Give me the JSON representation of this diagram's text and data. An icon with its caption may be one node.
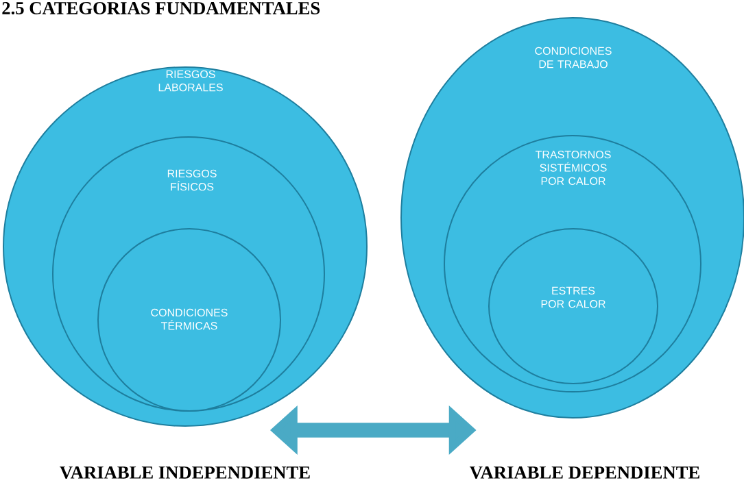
{
  "diagram": {
    "title": "2.5 CATEGORIAS FUNDAMENTALES",
    "nodes": [
      {
        "text": [
          "RIESGOS LABORALES"
        ],
        "beside": [
          "VARIABLE INDEPENDIENTE"
        ]
      },
      {
        "text": [
          "RIESGOS FÍSICOS"
        ],
        "in": 0
      },
      {
        "text": [
          "CONDICIONES TÉRMICAS"
        ],
        "in": 1
      },
      {
        "text": [
          "CONDICIONES DE TRABAJO"
        ],
        "beside": [
          "VARIABLE DEPENDIENTE"
        ]
      },
      {
        "text": [
          "TRASTORNOS SISTÉMICOS POR CALOR"
        ],
        "in": 3
      },
      {
        "text": [
          "ESTRES POR CALOR"
        ],
        "in": 4
      }
    ],
    "edges": [
      {
        "from": 0,
        "to": 3,
        "arrow": "both"
      }
    ]
  }
}
